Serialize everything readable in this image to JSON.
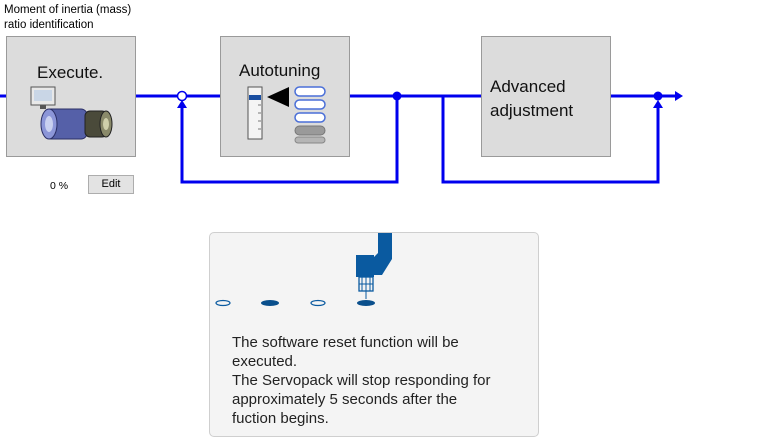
{
  "identification": {
    "caption_line1": "Moment of inertia (mass)",
    "caption_line2": "ratio identification",
    "execute_label": "Execute.",
    "progress": "0 %",
    "edit_label": "Edit"
  },
  "autotuning": {
    "label": "Autotuning"
  },
  "advanced": {
    "label_line1": "Advanced",
    "label_line2": "adjustment"
  },
  "message": {
    "line1": "The software reset function will be",
    "line2": "executed.",
    "line3": "The Servopack will stop responding for",
    "line4": "approximately 5 seconds after the",
    "line5": "fuction begins."
  },
  "colors": {
    "signal_line": "#0000ee",
    "block_bg": "#dcdcdc",
    "accent_blue": "#0a5aa0"
  },
  "icons": [
    "motor-icon",
    "autotuning-icon",
    "progress-dots",
    "probe-icon"
  ]
}
